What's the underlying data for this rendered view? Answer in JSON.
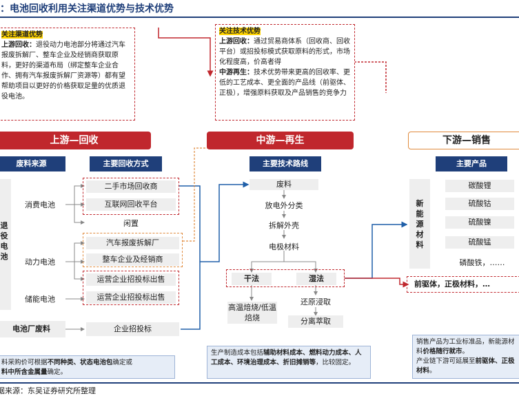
{
  "title": "：电池回收利用关注渠道优势与技术优势",
  "left_note": {
    "heading": "关注渠道优势",
    "label": "上游回收：",
    "text": "退役动力电池部分将通过汽车报废拆解厂、整车企业及经销商获取原料，更好的渠道布局（绑定整车企业合作、拥有汽车报废拆解厂资源等）都有望帮助项目以更好的价格获取足量的优质退役电池。"
  },
  "mid_note": {
    "heading": "关注技术优势",
    "label1": "上游回收：",
    "text1": "通过贸易商体系（回收商、回收平台）或招投标模式获取原料的形式，市场化程度高，价高者得",
    "label2": "中游再生：",
    "text2": "技术优势带来更高的回收率、更低的工艺成本、更全面的产品线（前驱体、正极），增强原料获取及产品销售的竞争力"
  },
  "stages": {
    "upstream": "上游—回收",
    "midstream": "中游—再生",
    "downstream": "下游—销售"
  },
  "headers": {
    "waste_source": "废料来源",
    "recycle_method": "主要回收方式",
    "tech_route": "主要技术路线",
    "main_products": "主要产品"
  },
  "sources": {
    "vertical_part1": "退",
    "vertical_part2": "役",
    "vertical_part3": "电",
    "vertical_part4": "池",
    "consumer": "消费电池",
    "power": "动力电池",
    "storage": "储能电池",
    "factory": "电池厂废料"
  },
  "methods": {
    "second_hand": "二手市场回收商",
    "internet": "互联网回收平台",
    "idle": "闲置",
    "scrap": "汽车报废拆解厂",
    "oem": "整车企业及经销商",
    "operator1": "运营企业招投标出售",
    "operator2": "运营企业招投标出售",
    "enterprise": "企业招投标"
  },
  "process": {
    "waste": "废料",
    "discharge": "放电外分类",
    "disassemble": "拆解外壳",
    "electrode": "电极材料",
    "dry": "干法",
    "wet": "湿法",
    "high_temp": "高温焙烧/低温焙烧",
    "reduce": "还原浸取",
    "extract": "分离萃取"
  },
  "products": {
    "new_materials_1": "新",
    "new_materials_2": "能",
    "new_materials_3": "源",
    "new_materials_4": "材",
    "new_materials_5": "料",
    "li_carbonate": "碳酸锂",
    "co_sulfate": "硫酸钴",
    "ni_sulfate": "硫酸镍",
    "mn_sulfate": "硫酸锰",
    "fe_phosphate": "磷酸铁，……",
    "precursor": "前驱体，正极材料，…"
  },
  "bottom_notes": {
    "left_a": "料采购价可根据",
    "left_b": "不同种类、状态电池包",
    "left_c": "确定或",
    "left_d": "料中所含金属量",
    "left_e": "确定。",
    "mid_a": "生产制造成本包括",
    "mid_b": "辅助材料成本、燃料动力成本、人工成本、环境治理成本、折旧摊销等",
    "mid_c": "，比较固定。",
    "right_a": "销售产品为工业标准品，新能",
    "right_b": "源材料",
    "right_c": "价格随行就市",
    "right_d": "。",
    "right_e": "产业链下游可延展至",
    "right_f": "前驱体、正极材料",
    "right_g": "。"
  },
  "source_line": "据来源：东吴证券研究所整理"
}
